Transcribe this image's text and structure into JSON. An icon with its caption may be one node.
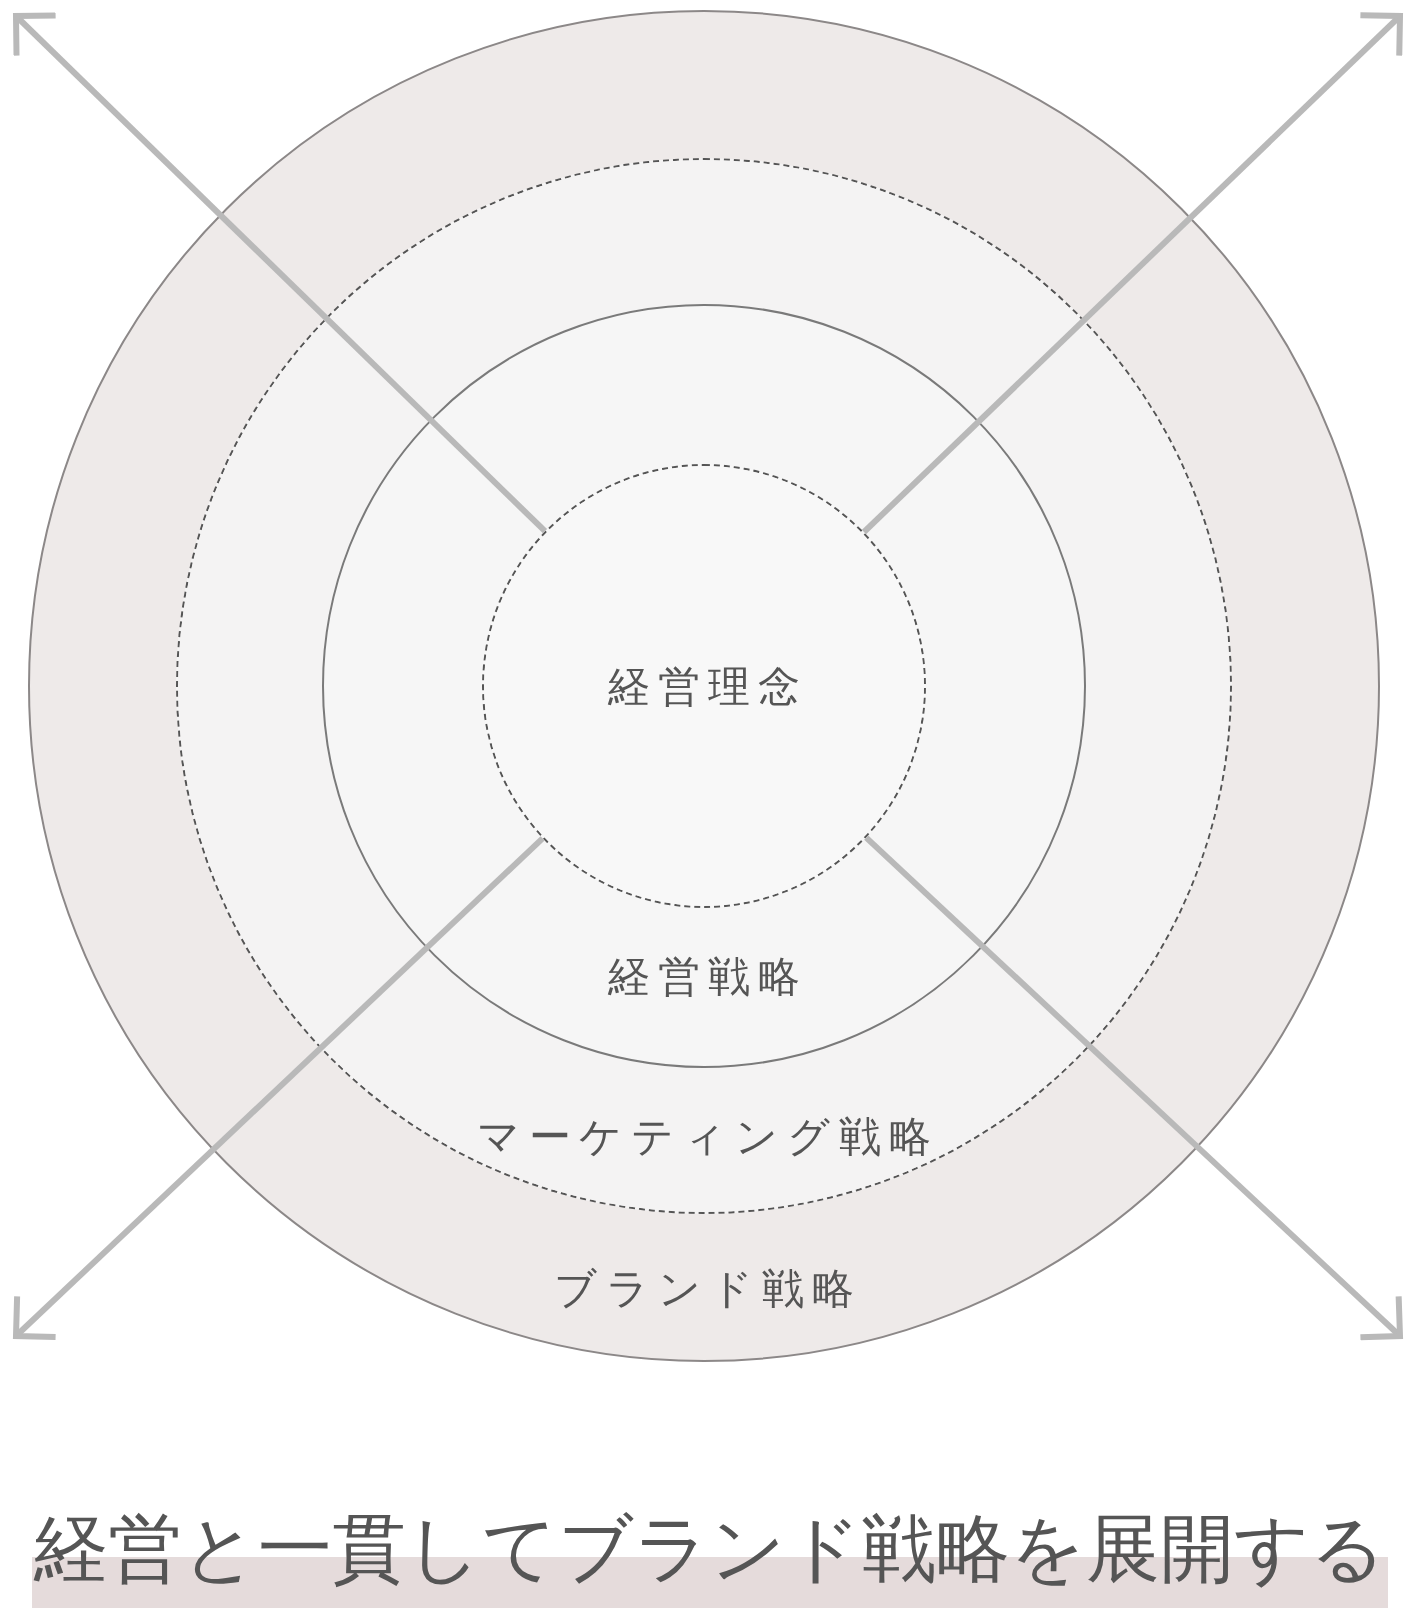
{
  "diagram": {
    "nodes": [
      {
        "text": [
          "ブランド戦略"
        ]
      },
      {
        "text": [
          "マーケティング戦略"
        ],
        "in": 0
      },
      {
        "text": [
          "経営戦略"
        ],
        "in": 1
      },
      {
        "text": [
          "経営理念"
        ],
        "in": 2
      }
    ],
    "edges": [
      {
        "from": 3,
        "to": null,
        "arrow": "to"
      },
      {
        "from": 3,
        "to": null,
        "arrow": "to"
      },
      {
        "from": 3,
        "to": null,
        "arrow": "to"
      },
      {
        "from": 3,
        "to": null,
        "arrow": "to"
      }
    ],
    "caption": "経営と一貫してブランド戦略を展開する"
  }
}
